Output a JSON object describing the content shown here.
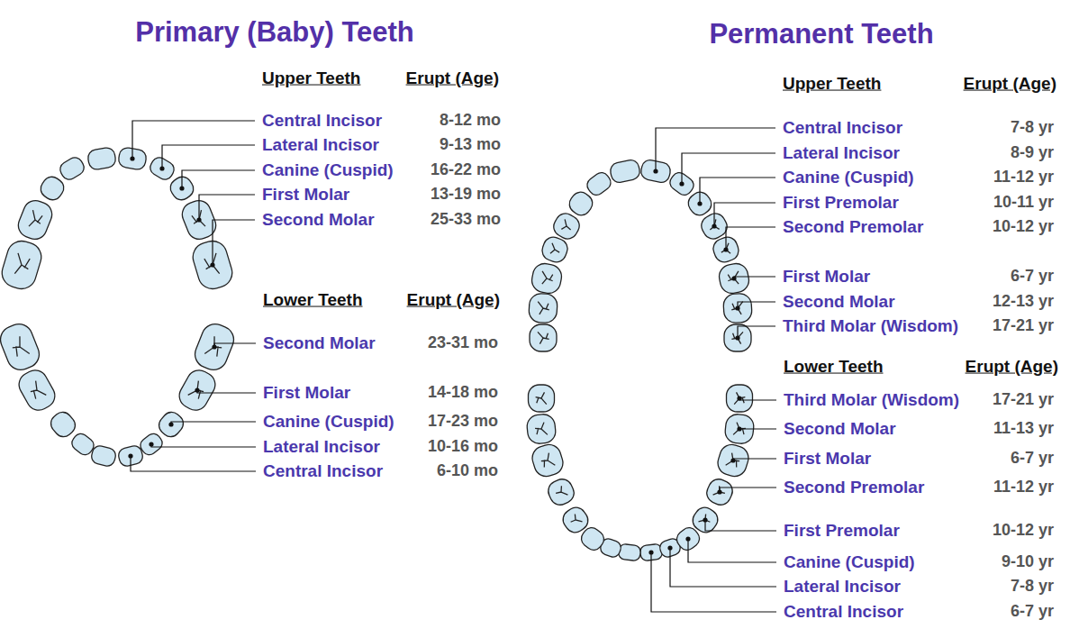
{
  "diagram": {
    "labels": [
      "Primary (Baby) Teeth",
      "Upper Teeth",
      "Erupt (Age)",
      "Central Incisor",
      "8-12 mo",
      "Lateral Incisor",
      "9-13 mo",
      "Canine (Cuspid)",
      "16-22 mo",
      "First Molar",
      "13-19 mo",
      "Second Molar",
      "25-33 mo",
      "Lower Teeth",
      "Erupt (Age)",
      "Second Molar",
      "23-31 mo",
      "First Molar",
      "14-18 mo",
      "Canine (Cuspid)",
      "17-23 mo",
      "Lateral Incisor",
      "10-16 mo",
      "Central Incisor",
      "6-10 mo",
      "Permanent Teeth",
      "Upper Teeth",
      "Erupt (Age)",
      "Central Incisor",
      "7-8 yr",
      "Lateral Incisor",
      "8-9 yr",
      "Canine (Cuspid)",
      "11-12 yr",
      "First Premolar",
      "10-11 yr",
      "Second Premolar",
      "10-12 yr",
      "First Molar",
      "6-7 yr",
      "Second Molar",
      "12-13 yr",
      "Third Molar (Wisdom)",
      "17-21 yr",
      "Lower Teeth",
      "Erupt (Age)",
      "Third Molar (Wisdom)",
      "17-21 yr",
      "Second Molar",
      "11-13 yr",
      "First Molar",
      "6-7 yr",
      "Second Premolar",
      "11-12 yr",
      "First Premolar",
      "10-12 yr",
      "Canine (Cuspid)",
      "9-10 yr",
      "Lateral Incisor",
      "7-8 yr",
      "Central Incisor",
      "6-7 yr"
    ]
  }
}
